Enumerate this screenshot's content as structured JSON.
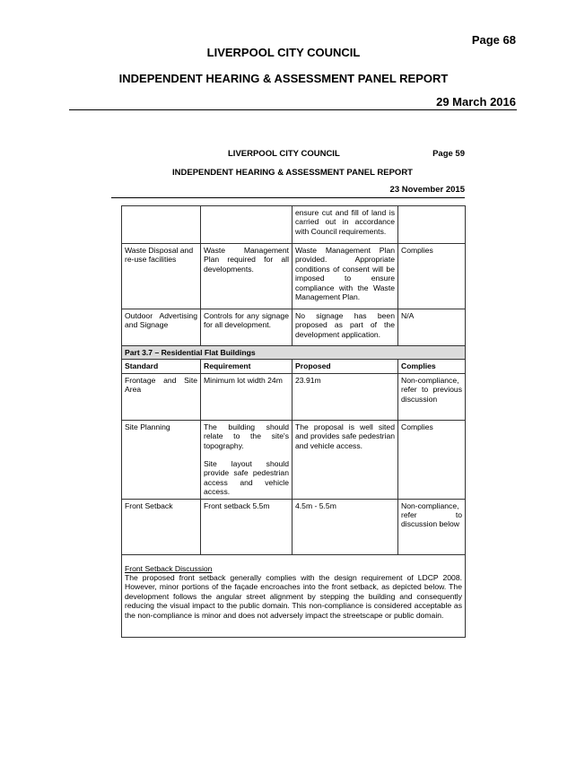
{
  "outer_header": {
    "page": "Page 68",
    "council": "LIVERPOOL CITY COUNCIL",
    "report": "INDEPENDENT HEARING & ASSESSMENT PANEL REPORT",
    "date": "29 March 2016"
  },
  "inner_header": {
    "council": "LIVERPOOL CITY COUNCIL",
    "page": "Page 59",
    "report": "INDEPENDENT HEARING & ASSESSMENT PANEL REPORT",
    "date": "23 November 2015"
  },
  "table": {
    "continued_row": {
      "standard": "",
      "requirement": "",
      "proposed": "ensure cut and fill of land is carried out in accordance with Council requirements.",
      "complies": ""
    },
    "rows_before": [
      {
        "standard": "Waste Disposal and re-use facilities",
        "requirement": "Waste Management Plan required for all developments.",
        "proposed": "Waste Management Plan provided. Appropriate conditions of consent will be imposed to ensure compliance with the Waste Management Plan.",
        "complies": "Complies"
      },
      {
        "standard": "Outdoor Advertising and Signage",
        "requirement": "Controls for any signage for all development.",
        "proposed": "No signage has been proposed as part of the development application.",
        "complies": "N/A"
      }
    ],
    "section_title": "Part 3.7 – Residential Flat Buildings",
    "headers": [
      "Standard",
      "Requirement",
      "Proposed",
      "Complies"
    ],
    "rows_after": [
      {
        "standard": "Frontage and Site Area",
        "requirement": "Minimum lot width 24m",
        "proposed": "23.91m",
        "complies": "Non-compliance, refer to previous discussion"
      },
      {
        "standard": "Site Planning",
        "requirement_1": "The building should relate to the site's topography.",
        "requirement_2": "Site layout should provide safe pedestrian access and vehicle access.",
        "proposed": "The proposal is well sited and provides safe pedestrian and vehicle access.",
        "complies": "Complies"
      },
      {
        "standard": "Front Setback",
        "requirement": "Front setback 5.5m",
        "proposed": "4.5m - 5.5m",
        "complies": "Non-compliance, refer to discussion below"
      }
    ],
    "discussion": {
      "title": "Front Setback Discussion",
      "body": "The proposed front setback generally complies with the design requirement of LDCP 2008. However, minor portions of the façade encroaches into the front setback, as depicted below. The development follows the angular street alignment by stepping the building and consequently reducing the visual impact to the public domain. This non-compliance is considered acceptable as the non-compliance is minor and does not adversely impact the streetscape or public domain."
    }
  }
}
